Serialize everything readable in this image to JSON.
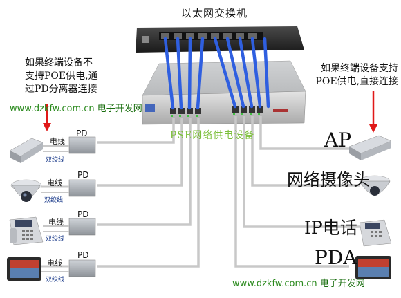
{
  "title": "以太网交换机",
  "pse_label": "PSE网络供电设备",
  "note_left": [
    "如果终端设备不",
    "支持POE供电,通",
    "过PD分离器连接"
  ],
  "note_right": [
    "如果终端设备支持",
    "POE供电,直接连接"
  ],
  "watermarks": [
    {
      "site": "www.dzkfw.com.cn",
      "brand": "电子开发网"
    },
    {
      "site": "www.dzkfw.com.cn",
      "brand": "电子开发网"
    }
  ],
  "left_devices": [
    {
      "power_label": "电线",
      "pd_label": "PD",
      "twisted_label": "双绞线",
      "icon": "access-point-icon"
    },
    {
      "power_label": "电线",
      "pd_label": "PD",
      "twisted_label": "双绞线",
      "icon": "dome-camera-icon"
    },
    {
      "power_label": "电线",
      "pd_label": "PD",
      "twisted_label": "双绞线",
      "icon": "ip-phone-icon"
    },
    {
      "power_label": "电线",
      "pd_label": "PD",
      "twisted_label": "双绞线",
      "icon": "pda-icon"
    }
  ],
  "right_devices": [
    {
      "label": "AP",
      "icon": "access-point-icon"
    },
    {
      "label": "网络摄像头",
      "icon": "dome-camera-icon"
    },
    {
      "label": "IP电话",
      "icon": "ip-phone-icon"
    },
    {
      "label": "PDA",
      "icon": "pda-icon"
    }
  ],
  "colors": {
    "uplink_cable": "#2f5fe0",
    "arrow": "#e01818",
    "pse_label": "#7cbf3a",
    "watermark": "#2b8a1e"
  }
}
